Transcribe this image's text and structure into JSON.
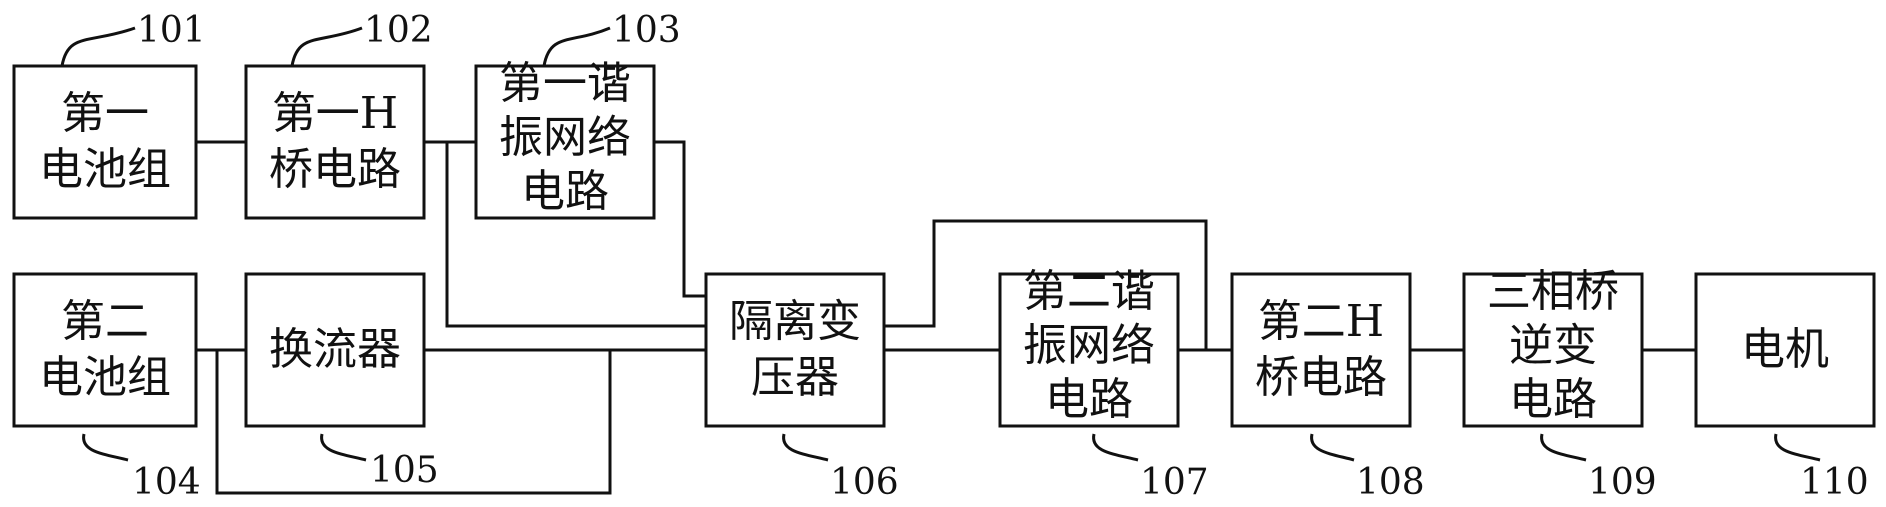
{
  "diagram": {
    "blocks": [
      {
        "id": "101",
        "label_lines": [
          "第一",
          "电池组"
        ]
      },
      {
        "id": "102",
        "label_lines": [
          "第一H",
          "桥电路"
        ]
      },
      {
        "id": "103",
        "label_lines": [
          "第一谐",
          "振网络",
          "电路"
        ]
      },
      {
        "id": "104",
        "label_lines": [
          "第二",
          "电池组"
        ]
      },
      {
        "id": "105",
        "label_lines": [
          "换流器"
        ]
      },
      {
        "id": "106",
        "label_lines": [
          "隔离变",
          "压器"
        ]
      },
      {
        "id": "107",
        "label_lines": [
          "第二谐",
          "振网络",
          "电路"
        ]
      },
      {
        "id": "108",
        "label_lines": [
          "第二H",
          "桥电路"
        ]
      },
      {
        "id": "109",
        "label_lines": [
          "三相桥",
          "逆变",
          "电路"
        ]
      },
      {
        "id": "110",
        "label_lines": [
          "电机"
        ]
      }
    ]
  }
}
